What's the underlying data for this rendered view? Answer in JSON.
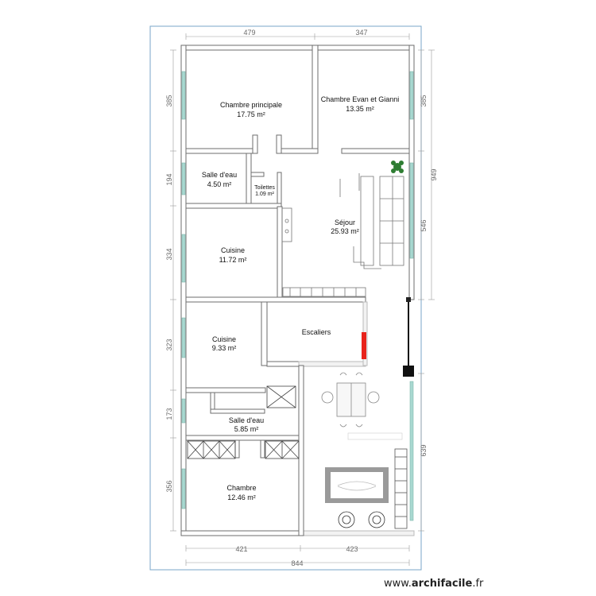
{
  "site": {
    "watermark_prefix": "www.",
    "watermark_name": "archifacile",
    "watermark_suffix": ".fr"
  },
  "rooms": {
    "chambre_principale": {
      "name": "Chambre principale",
      "area": "17.75 m²"
    },
    "chambre_evan": {
      "name": "Chambre Evan et Gianni",
      "area": "13.35 m²"
    },
    "salle_eau_1": {
      "name": "Salle d'eau",
      "area": "4.50 m²"
    },
    "toilettes": {
      "name": "Toilettes",
      "area": "1.09 m²"
    },
    "sejour": {
      "name": "Séjour",
      "area": "25.93 m²"
    },
    "cuisine_1": {
      "name": "Cuisine",
      "area": "11.72 m²"
    },
    "cuisine_2": {
      "name": "Cuisine",
      "area": "9.33 m²"
    },
    "escaliers": {
      "name": "Escaliers"
    },
    "salle_eau_2": {
      "name": "Salle d'eau",
      "area": "5.85 m²"
    },
    "chambre": {
      "name": "Chambre",
      "area": "12.46 m²"
    }
  },
  "dimensions": {
    "top_left": "479",
    "top_right": "347",
    "left_1": "385",
    "left_2": "194",
    "left_3": "334",
    "left_4": "323",
    "left_5": "173",
    "left_6": "356",
    "right_1": "385",
    "right_2": "546",
    "right_total": "949",
    "right_3": "639",
    "bottom_left": "421",
    "bottom_right": "423",
    "bottom_total": "844"
  },
  "colors": {
    "wall": "#8c8c8c",
    "window": "#a8d8d0",
    "stair_marker": "#e8231b",
    "dim_line": "#9a9a9a",
    "frame": "#7aa6c8"
  }
}
